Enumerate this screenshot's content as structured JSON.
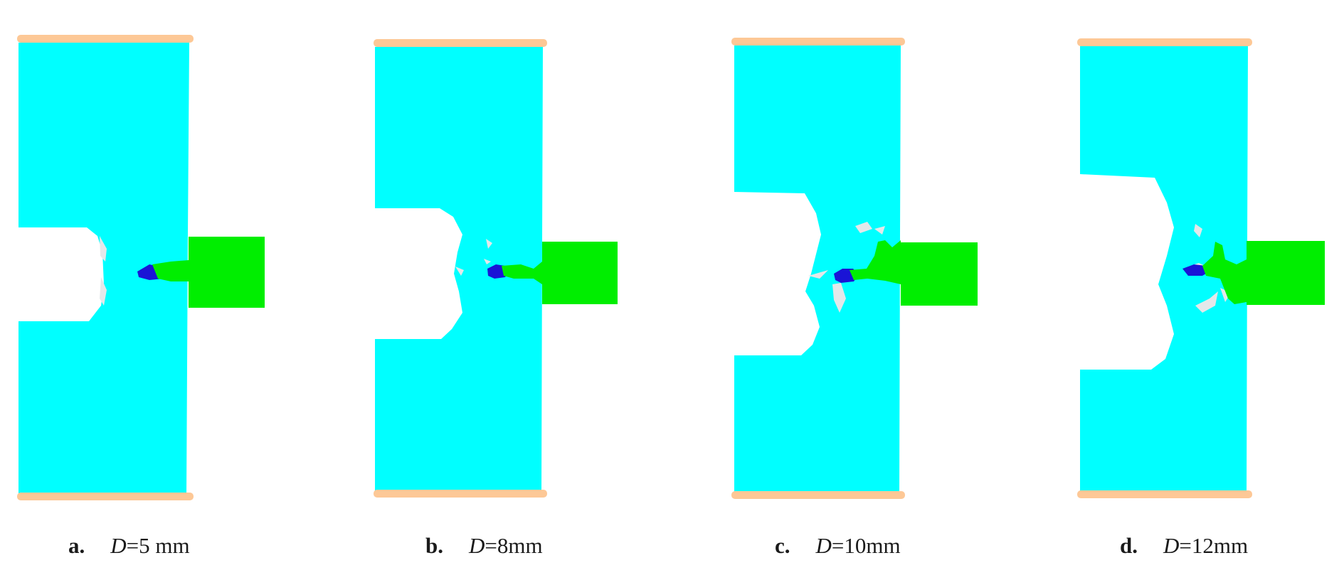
{
  "colors": {
    "rock": "#00ffff",
    "plate": "#fdc896",
    "bit": "#00ee00",
    "crush": "#1a14d6",
    "fragment": "#e4e8ea",
    "background": "#ffffff"
  },
  "panels": [
    {
      "letter": "a.",
      "var": "D",
      "value": "=5 mm"
    },
    {
      "letter": "b.",
      "var": "D",
      "value": "=8mm"
    },
    {
      "letter": "c.",
      "var": "D",
      "value": "=10mm"
    },
    {
      "letter": "d.",
      "var": "D",
      "value": "=12mm"
    }
  ]
}
